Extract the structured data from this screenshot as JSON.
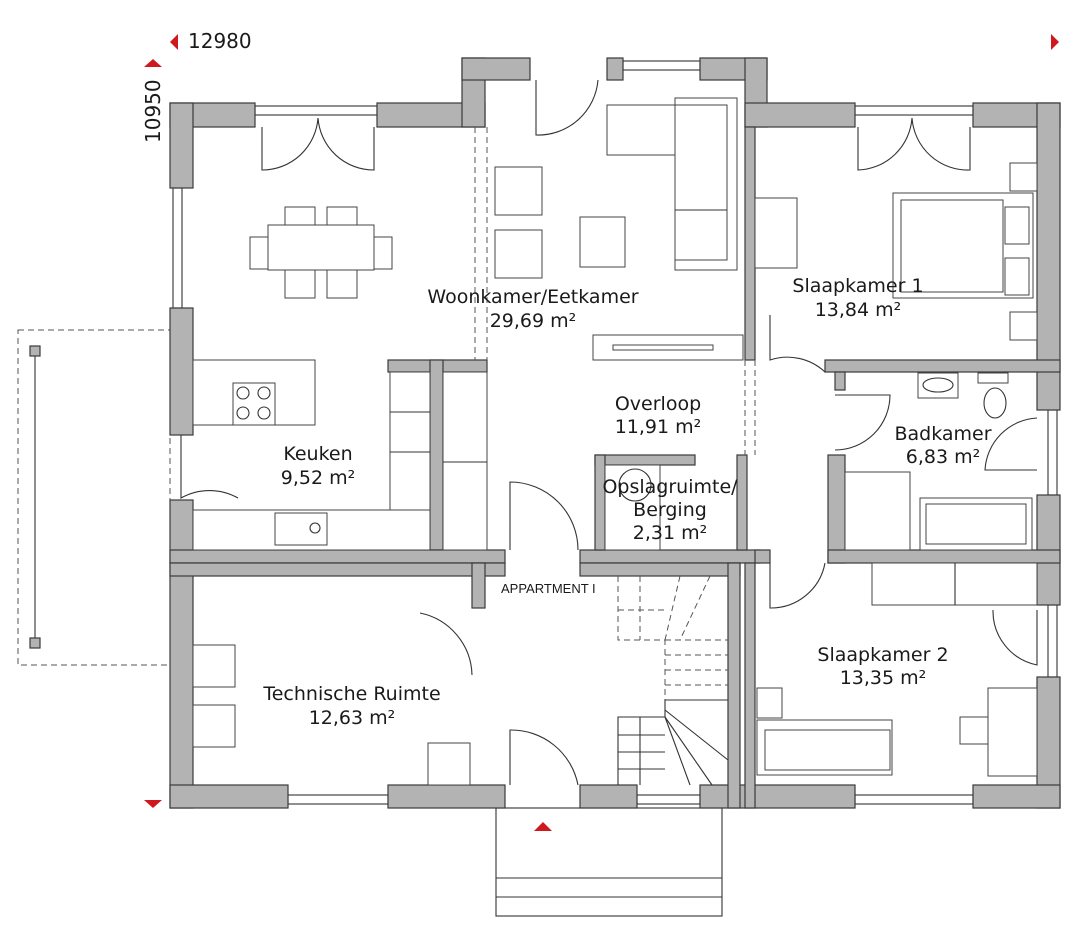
{
  "dimensions": {
    "width": "12980",
    "depth": "10950"
  },
  "rooms": [
    {
      "name": "Woonkamer/Eetkamer",
      "area": "29,69 m²"
    },
    {
      "name": "Slaapkamer 1",
      "area": "13,84 m²"
    },
    {
      "name": "Overloop",
      "area": "11,91 m²"
    },
    {
      "name": "Badkamer",
      "area": "6,83 m²"
    },
    {
      "name": "Keuken",
      "area": "9,52 m²"
    },
    {
      "name": "Opslagruimte/",
      "name2": "Berging",
      "area": "2,31 m²"
    },
    {
      "name": "Slaapkamer 2",
      "area": "13,35 m²"
    },
    {
      "name": "Technische Ruimte",
      "area": "12,63 m²"
    }
  ],
  "unit_label": "APPARTMENT I",
  "colors": {
    "wall": "#b3b3b3",
    "marker": "#d0181f"
  }
}
